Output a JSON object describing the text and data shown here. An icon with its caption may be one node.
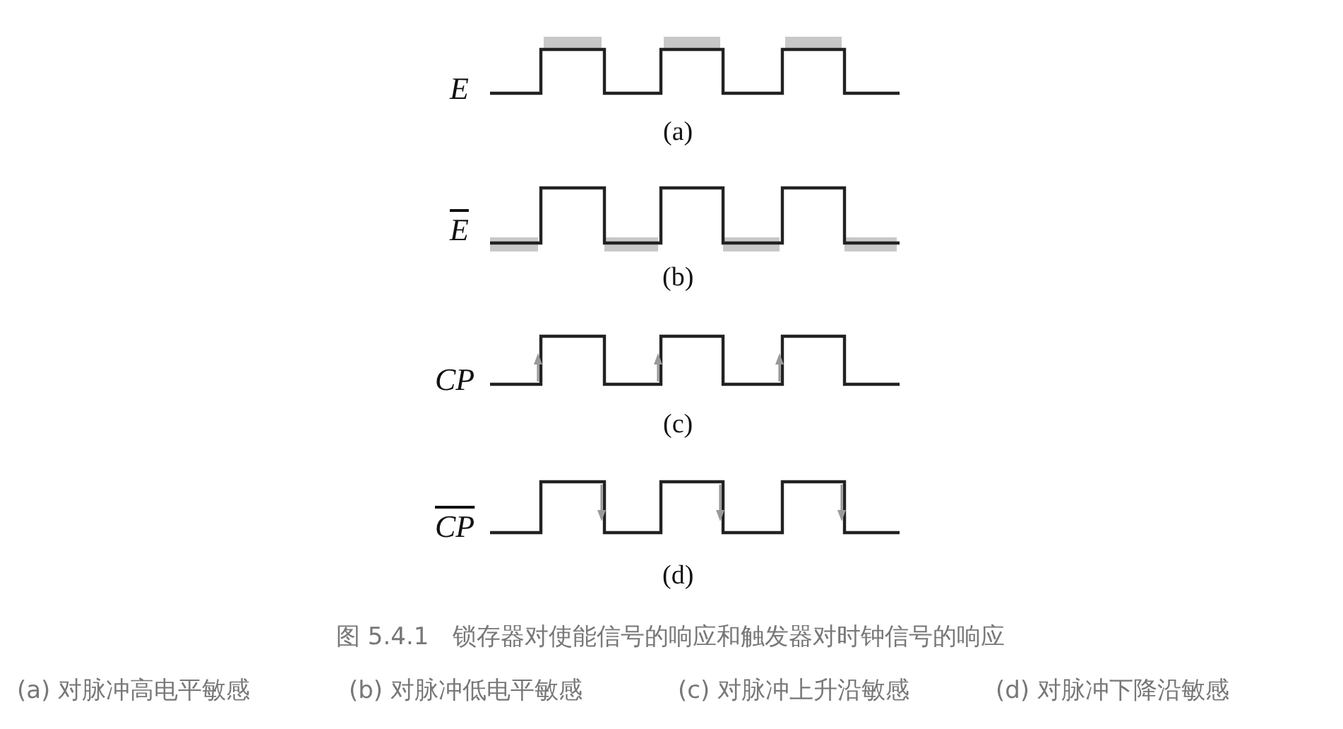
{
  "diagram": {
    "caption": "图 5.4.1　锁存器对使能信号的响应和触发器对时钟信号的响应",
    "labels": [
      "E",
      "(a)",
      "E",
      "(b)",
      "CP",
      "(c)",
      "CP",
      "(d)",
      "(a) 对脉冲高电平敏感",
      "(b) 对脉冲低电平敏感",
      "(c) 对脉冲上升沿敏感",
      "(d) 对脉冲下降沿敏感"
    ]
  }
}
